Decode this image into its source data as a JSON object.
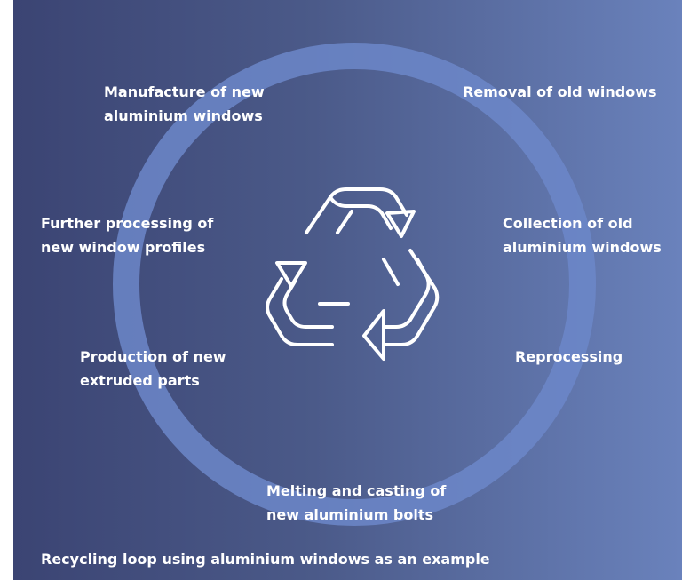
{
  "steps": {
    "manufacture": {
      "line1": "Manufacture of new",
      "line2": "aluminium windows"
    },
    "removal": {
      "line1": "Removal of old windows"
    },
    "further": {
      "line1": "Further processing of",
      "line2": "new window profiles"
    },
    "collection": {
      "line1": "Collection of old",
      "line2": "aluminium windows"
    },
    "production": {
      "line1": "Production of new",
      "line2": "extruded parts"
    },
    "reprocessing": {
      "line1": "Reprocessing"
    },
    "melting": {
      "line1": "Melting and casting of",
      "line2": "new aluminium bolts"
    }
  },
  "caption": "Recycling loop using aluminium windows as an example",
  "colors": {
    "background_left": "#3b4473",
    "background_right": "#6a82bc",
    "ring": "#6c87c9",
    "text": "#ffffff"
  },
  "icon": "recycle-icon"
}
